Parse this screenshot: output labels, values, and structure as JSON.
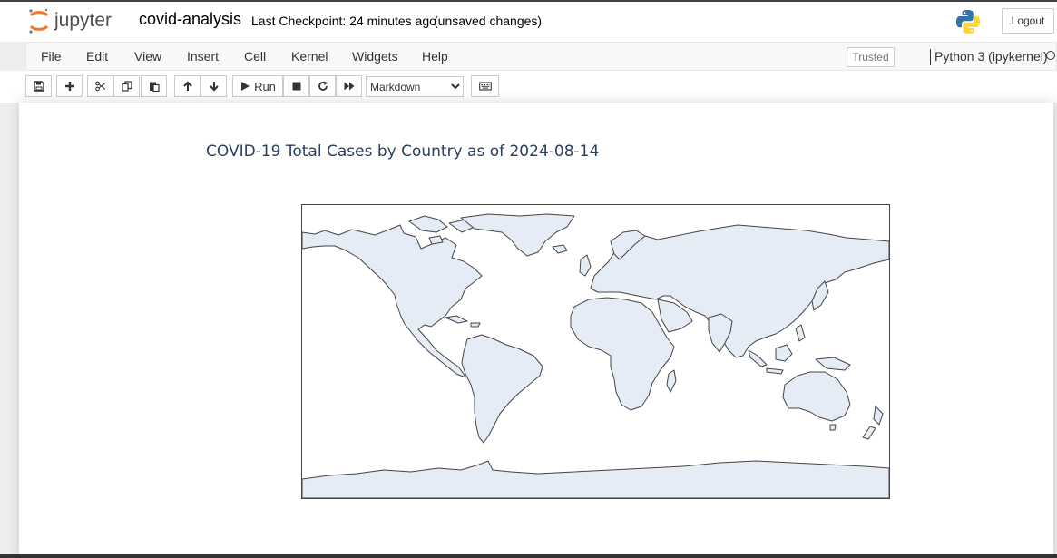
{
  "header": {
    "logo_text": "jupyter",
    "notebook_name": "covid-analysis",
    "checkpoint_text": "Last Checkpoint: 24 minutes ago",
    "autosave_status": "(unsaved changes)",
    "logout_label": "Logout"
  },
  "menubar": {
    "items": [
      "File",
      "Edit",
      "View",
      "Insert",
      "Cell",
      "Kernel",
      "Widgets",
      "Help"
    ],
    "trusted_label": "Trusted",
    "kernel_name": "Python 3 (ipykernel)"
  },
  "toolbar": {
    "run_label": "Run",
    "cell_type_selected": "Markdown",
    "buttons": [
      "save-icon",
      "plus-icon",
      "scissors-icon",
      "copy-icon",
      "paste-icon",
      "arrow-up-icon",
      "arrow-down-icon",
      "play-icon",
      "stop-icon",
      "restart-icon",
      "fast-forward-icon",
      "keyboard-icon"
    ]
  },
  "output": {
    "chart_title": "COVID-19 Total Cases by Country as of 2024-08-14"
  },
  "colors": {
    "land": "#e5ecf6",
    "coastline": "#444444",
    "title": "#2a3f5f",
    "jupyter_orange": "#f37726"
  }
}
